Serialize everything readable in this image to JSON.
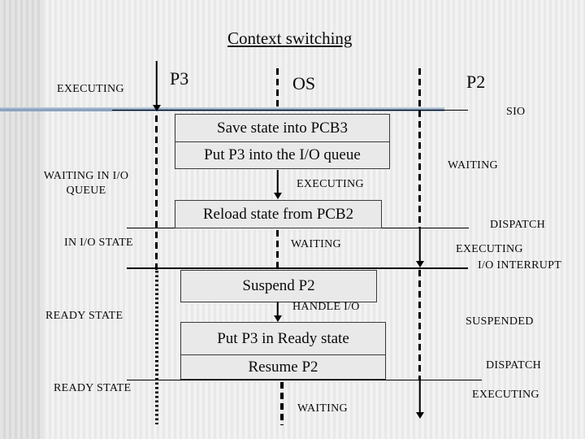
{
  "slide": {
    "title": "Context switching"
  },
  "columns": {
    "p3": "P3",
    "os": "OS",
    "p2": "P2"
  },
  "left_labels": {
    "executing": "EXECUTING",
    "waiting_queue_line1": "WAITING IN I/O",
    "waiting_queue_line2": "QUEUE",
    "in_io_state": "IN I/O STATE",
    "ready_state_1": "READY STATE",
    "ready_state_2": "READY STATE"
  },
  "os_labels": {
    "executing": "EXECUTING",
    "waiting": "WAITING",
    "handle_io": "HANDLE I/O",
    "waiting_bottom": "WAITING"
  },
  "p2_labels": {
    "sio": "SIO",
    "waiting": "WAITING",
    "dispatch_1": "DISPATCH",
    "executing_1": "EXECUTING",
    "io_interrupt": "I/O INTERRUPT",
    "suspended": "SUSPENDED",
    "dispatch_2": "DISPATCH",
    "executing_2": "EXECUTING"
  },
  "boxes": {
    "save_state": {
      "row1": "Save state into PCB3",
      "row2": "Put P3 into the I/O queue"
    },
    "reload_state": {
      "row1": "Reload state from PCB2"
    },
    "suspend": {
      "row1": "Suspend P2"
    },
    "ready": {
      "row1": "Put P3 in Ready state",
      "row2": "Resume P2"
    }
  },
  "colors": {
    "accent_bar": "#8aa3bf",
    "box_fill": "#e9e9e9",
    "line": "#000000",
    "background_stripe_light": "#f2f2f2",
    "background_stripe_dark": "#e8e8e8"
  }
}
